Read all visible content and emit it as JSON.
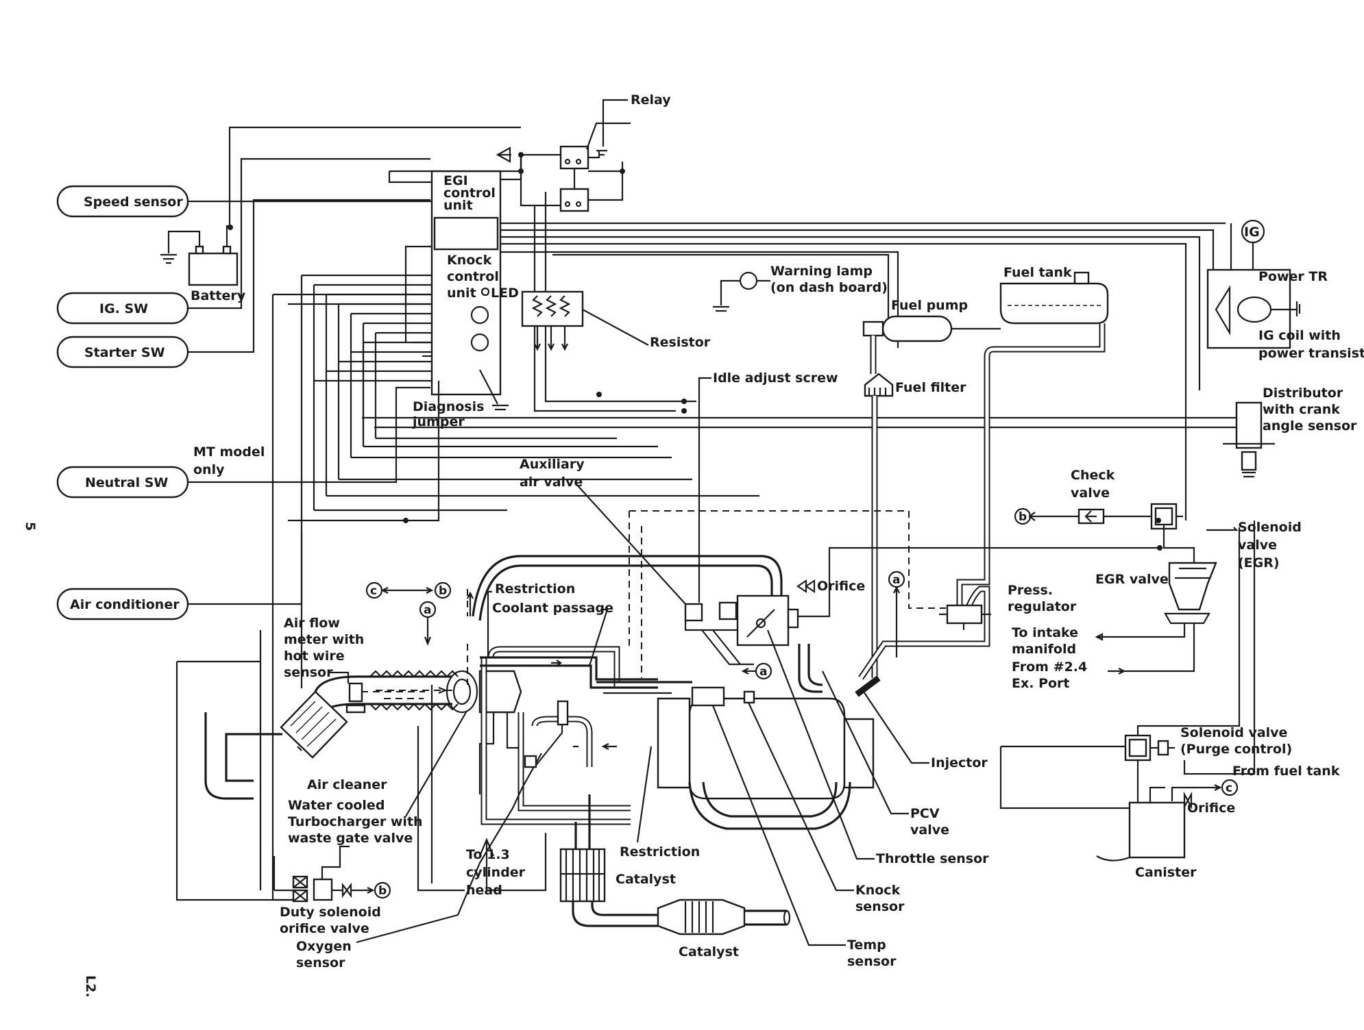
{
  "page": {
    "page_number": "5",
    "page_ref": "L2."
  },
  "inputs": {
    "speed_sensor": "Speed sensor",
    "ig_sw": "IG. SW",
    "starter_sw": "Starter SW",
    "neutral_sw": "Neutral SW",
    "air_conditioner": "Air conditioner",
    "mt_model_line1": "MT model",
    "mt_model_line2": "only"
  },
  "ecu": {
    "egi_line1": "EGI",
    "egi_line2": "control",
    "egi_line3": "unit",
    "knock_line1": "Knock",
    "knock_line2": "control",
    "knock_line3": "unit",
    "led": "LED",
    "diag_line1": "Diagnosis",
    "diag_line2": "jumper"
  },
  "electrical": {
    "battery": "Battery",
    "relay": "Relay",
    "resistor": "Resistor",
    "warning_line1": "Warning lamp",
    "warning_line2": "(on dash board)",
    "ig": "IG",
    "power_tr": "Power TR",
    "ig_coil_line1": "IG coil with",
    "ig_coil_line2": "power transister",
    "distributor_line1": "Distributor",
    "distributor_line2": "with crank",
    "distributor_line3": "angle sensor"
  },
  "fuel": {
    "fuel_tank": "Fuel tank",
    "fuel_pump": "Fuel pump",
    "fuel_filter": "Fuel filter",
    "idle_adjust": "Idle adjust screw",
    "aux_air_line1": "Auxiliary",
    "aux_air_line2": "air valve",
    "orifice_top": "Orifice",
    "press_reg_line1": "Press.",
    "press_reg_line2": "regulator",
    "injector": "Injector"
  },
  "emission": {
    "check_valve_line1": "Check",
    "check_valve_line2": "valve",
    "solenoid_egr_line1": "Solenoid",
    "solenoid_egr_line2": "valve",
    "solenoid_egr_line3": "(EGR)",
    "egr_valve": "EGR valve",
    "intake_line1": "To intake",
    "intake_line2": "manifold",
    "export_line1": "From #2.4",
    "export_line2": "Ex. Port",
    "purge_line1": "Solenoid valve",
    "purge_line2": "(Purge control)",
    "from_fuel_tank": "From fuel tank",
    "orifice_bottom": "Orifice",
    "canister": "Canister"
  },
  "engine": {
    "restriction_top": "Restriction",
    "coolant_passage": "Coolant passage",
    "airflow_line1": "Air flow",
    "airflow_line2": "meter with",
    "airflow_line3": "hot wire",
    "airflow_line4": "sensor",
    "air_cleaner": "Air cleaner",
    "turbo_line1": "Water cooled",
    "turbo_line2": "Turbocharger with",
    "turbo_line3": "waste gate valve",
    "duty_line1": "Duty solenoid",
    "duty_line2": "orifice valve",
    "oxygen_line1": "Oxygen",
    "oxygen_line2": "sensor",
    "to13_line1": "To 1.3",
    "to13_line2": "cylinder",
    "to13_line3": "head",
    "restriction_bottom": "Restriction",
    "catalyst_1": "Catalyst",
    "catalyst_2": "Catalyst",
    "pcv_line1": "PCV",
    "pcv_line2": "valve",
    "throttle_sensor": "Throttle sensor",
    "knock_sensor_line1": "Knock",
    "knock_sensor_line2": "sensor",
    "temp_sensor_line1": "Temp",
    "temp_sensor_line2": "sensor"
  },
  "connectors": {
    "a": "a",
    "b": "b",
    "c": "c"
  }
}
